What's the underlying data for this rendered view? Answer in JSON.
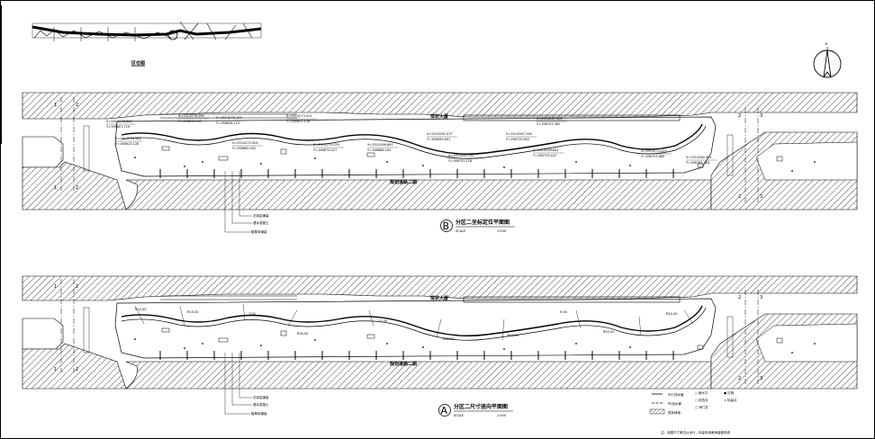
{
  "drawing": {
    "key_plan_label": "区位图",
    "north_letter": "N",
    "ink_color": "#000000",
    "paper_color": "#ffffff"
  },
  "plans": [
    {
      "id": "B",
      "circle_letter": "B",
      "title": "分区二坐标定位平面图",
      "scale_word": "SCALE",
      "scale_value": "1:500",
      "building_label": "现状大厦",
      "road_label": "规划道路二期",
      "grid_labels": [
        "1",
        "2",
        "1",
        "2",
        "2",
        "3",
        "2",
        "3"
      ],
      "coords": [
        {
          "x": "X=2514276.884",
          "y": "Y=198607.719"
        },
        {
          "x": "X=2514276.584",
          "y": "Y=198613.128"
        },
        {
          "x": "X=2514276.290",
          "y": "Y=198619.245"
        },
        {
          "x": "X=2514276.134",
          "y": "Y=198628.113"
        },
        {
          "x": "X=2514273.411",
          "y": "Y=198651.116"
        },
        {
          "x": "X=2514272.004",
          "y": "Y=198662.502"
        },
        {
          "x": "X=2514270.229",
          "y": "Y=198675.027"
        },
        {
          "x": "X=2514266.861",
          "y": "Y=198686.402"
        },
        {
          "x": "X=2514262.037",
          "y": "Y=198699.801"
        },
        {
          "x": "X=2514263.761",
          "y": "Y=198702.118"
        },
        {
          "x": "X=2514267.298",
          "y": "Y=198715.602"
        },
        {
          "x": "X=2514269.841",
          "y": "Y=198729.447"
        },
        {
          "x": "X=2514267.003",
          "y": "Y=198741.362"
        },
        {
          "x": "X=2514270.225",
          "y": "Y=198753.880"
        },
        {
          "x": "X=2514262.031",
          "y": "Y=198765.264"
        }
      ],
      "callouts": [
        "花岗岩铺装",
        "透水混凝土",
        "植草砖铺装"
      ]
    },
    {
      "id": "A",
      "circle_letter": "A",
      "title": "分区二尺寸竖向平面图",
      "scale_word": "SCALE",
      "scale_value": "1:500",
      "building_label": "现状大厦",
      "road_label": "规划道路二期",
      "grid_labels": [
        "1",
        "2",
        "1",
        "2",
        "2",
        "3",
        "2",
        "3"
      ],
      "dims": [
        "R10.00",
        "R15.00",
        "7.00",
        "R30.00",
        "12.00",
        "R25.00",
        "R40.00",
        "9.00",
        "R50.00",
        "R20.00"
      ],
      "callouts": [
        "花岗岩铺装",
        "透水混凝土",
        "植草砖铺装"
      ]
    }
  ],
  "legend": {
    "items": [
      "PVC排水管",
      "PE给水管",
      "现状绿地"
    ],
    "symbols": [
      "△ 雨水口",
      "○ 检查井",
      "□ 阀门井",
      "● 灯具",
      "× 标高点"
    ],
    "note": "注：本图尺寸单位以米计，标高采用黄海高程系统"
  }
}
